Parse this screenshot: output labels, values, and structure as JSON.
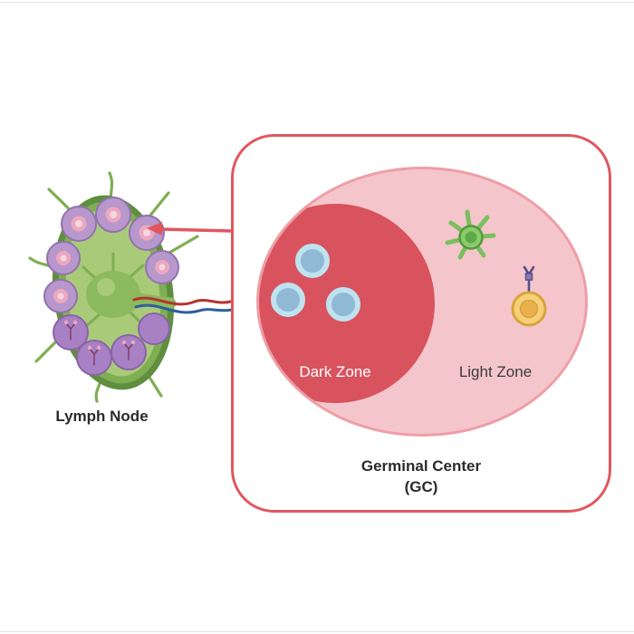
{
  "diagram": {
    "lymph_node": {
      "label": "Lymph Node",
      "colors": {
        "capsule_dark": "#5f8f3e",
        "capsule_mid": "#7fae53",
        "body_light": "#a9cb79",
        "center_blob": "#8cba5e",
        "follicle_fill": "#b897cc",
        "follicle_stroke": "#9273ad",
        "follicle_core_pink": "#eba8c0",
        "follicle_lower_fill": "#a881c4",
        "artery_red": "#b5342e",
        "vein_blue": "#2d5f9e"
      }
    },
    "pointer_arrow": {
      "color": "#e0575f",
      "direction": "points-left-at-lymph-node-follicle"
    },
    "germinal_center": {
      "title_line1": "Germinal Center",
      "title_line2": "(GC)",
      "box_border_color": "#e0575f",
      "ellipse_fill": "#f4c6cb",
      "ellipse_border": "#ee9ea6",
      "dark_zone": {
        "label": "Dark Zone",
        "label_color": "#ffffff",
        "fill": "#d8535e",
        "b_cell_count": 3,
        "b_cell_ring_color": "#bfe2ef",
        "b_cell_core_color": "#8fb9d4"
      },
      "light_zone": {
        "label": "Light Zone",
        "label_color": "#3a3a3a",
        "fdc_fill": "#8ccb6b",
        "fdc_stroke": "#539a3d",
        "b_cell_fill": "#f5d078",
        "b_cell_stroke": "#d9a33c",
        "antibody_color": "#5c4d8a"
      }
    }
  }
}
